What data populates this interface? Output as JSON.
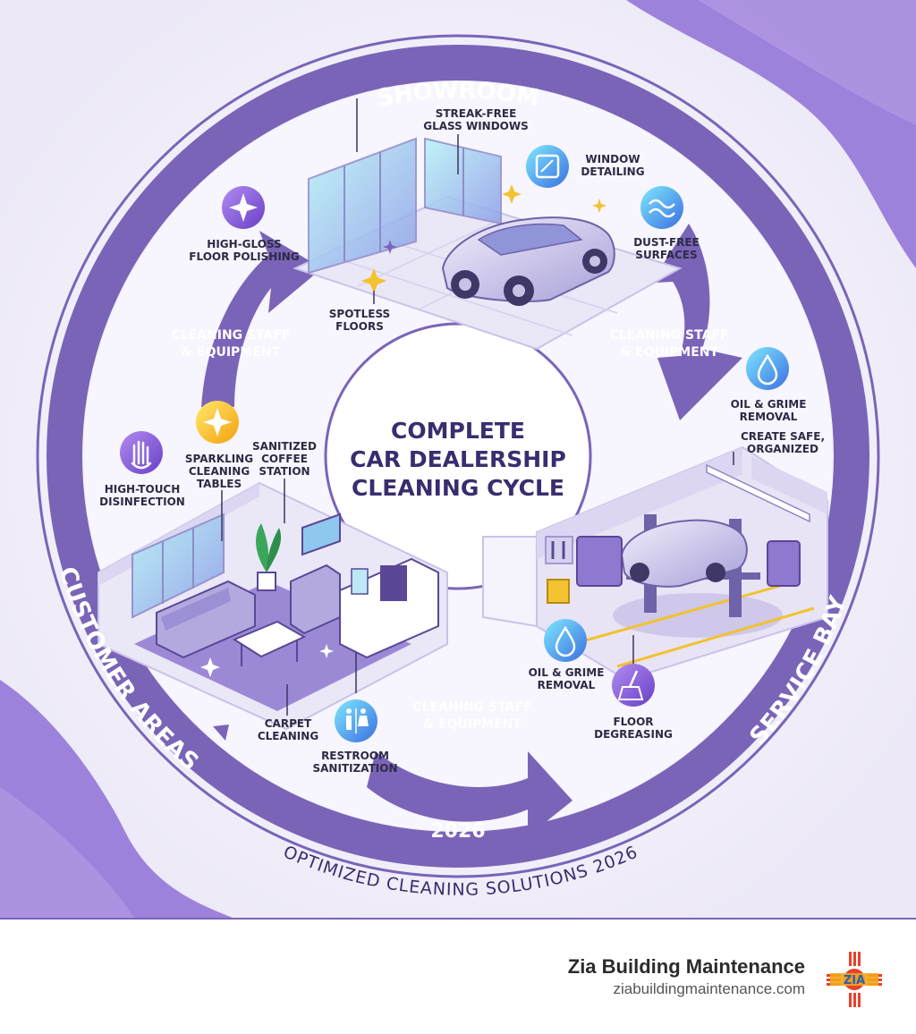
{
  "diagram": {
    "center_title": "COMPLETE\nCAR DEALERSHIP\nCLEANING CYCLE",
    "sections": {
      "showroom": "SHOWROOM",
      "service_bay": "SERVICE BAY",
      "customer_areas": "CUSTOMER AREAS"
    },
    "year_label": "2026",
    "bottom_tagline": "OPTIMIZED CLEANING SOLUTIONS 2026",
    "connectors": {
      "left": "CLEANING STAFF\n& EQUIPMENT",
      "right": "CLEANING STAFF\n& EQUIPMENT",
      "bottom": "CLEANING STAFF\n& EQUIPMENT"
    },
    "showroom_labels": {
      "glass": "STREAK-FREE\nGLASS WINDOWS",
      "window": "WINDOW\nDETAILING",
      "dust": "DUST-FREE\nSURFACES",
      "floor_polish": "HIGH-GLOSS\nFLOOR POLISHING",
      "spotless": "SPOTLESS\nFLOORS"
    },
    "service_labels": {
      "oil_top": "OIL & GRIME\nREMOVAL",
      "create_safe": "CREATE SAFE,\nORGANIZED",
      "oil_bottom": "OIL & GRIME\nREMOVAL",
      "degreasing": "FLOOR\nDEGREASING"
    },
    "customer_labels": {
      "disinfection": "HIGH-TOUCH\nDISINFECTION",
      "tables": "SPARKLING\nCLEANING\nTABLES",
      "coffee": "SANITIZED\nCOFFEE\nSTATION",
      "carpet": "CARPET\nCLEANING",
      "restroom": "RESTROOM\nSANITIZATION"
    },
    "icons": {
      "sparkle": "sparkle-icon",
      "window": "window-icon",
      "wave": "wave-icon",
      "drop": "water-drop-icon",
      "hand": "hand-icon",
      "restroom": "restroom-icon",
      "broom": "broom-icon"
    }
  },
  "footer": {
    "company": "Zia Building Maintenance",
    "url": "ziabuildingmaintenance.com"
  },
  "colors": {
    "primary_purple": "#7a64b8",
    "dark_purple": "#5a4796",
    "light_lavender": "#f3f1fa",
    "glass_cyan": "#8fe3f0"
  }
}
